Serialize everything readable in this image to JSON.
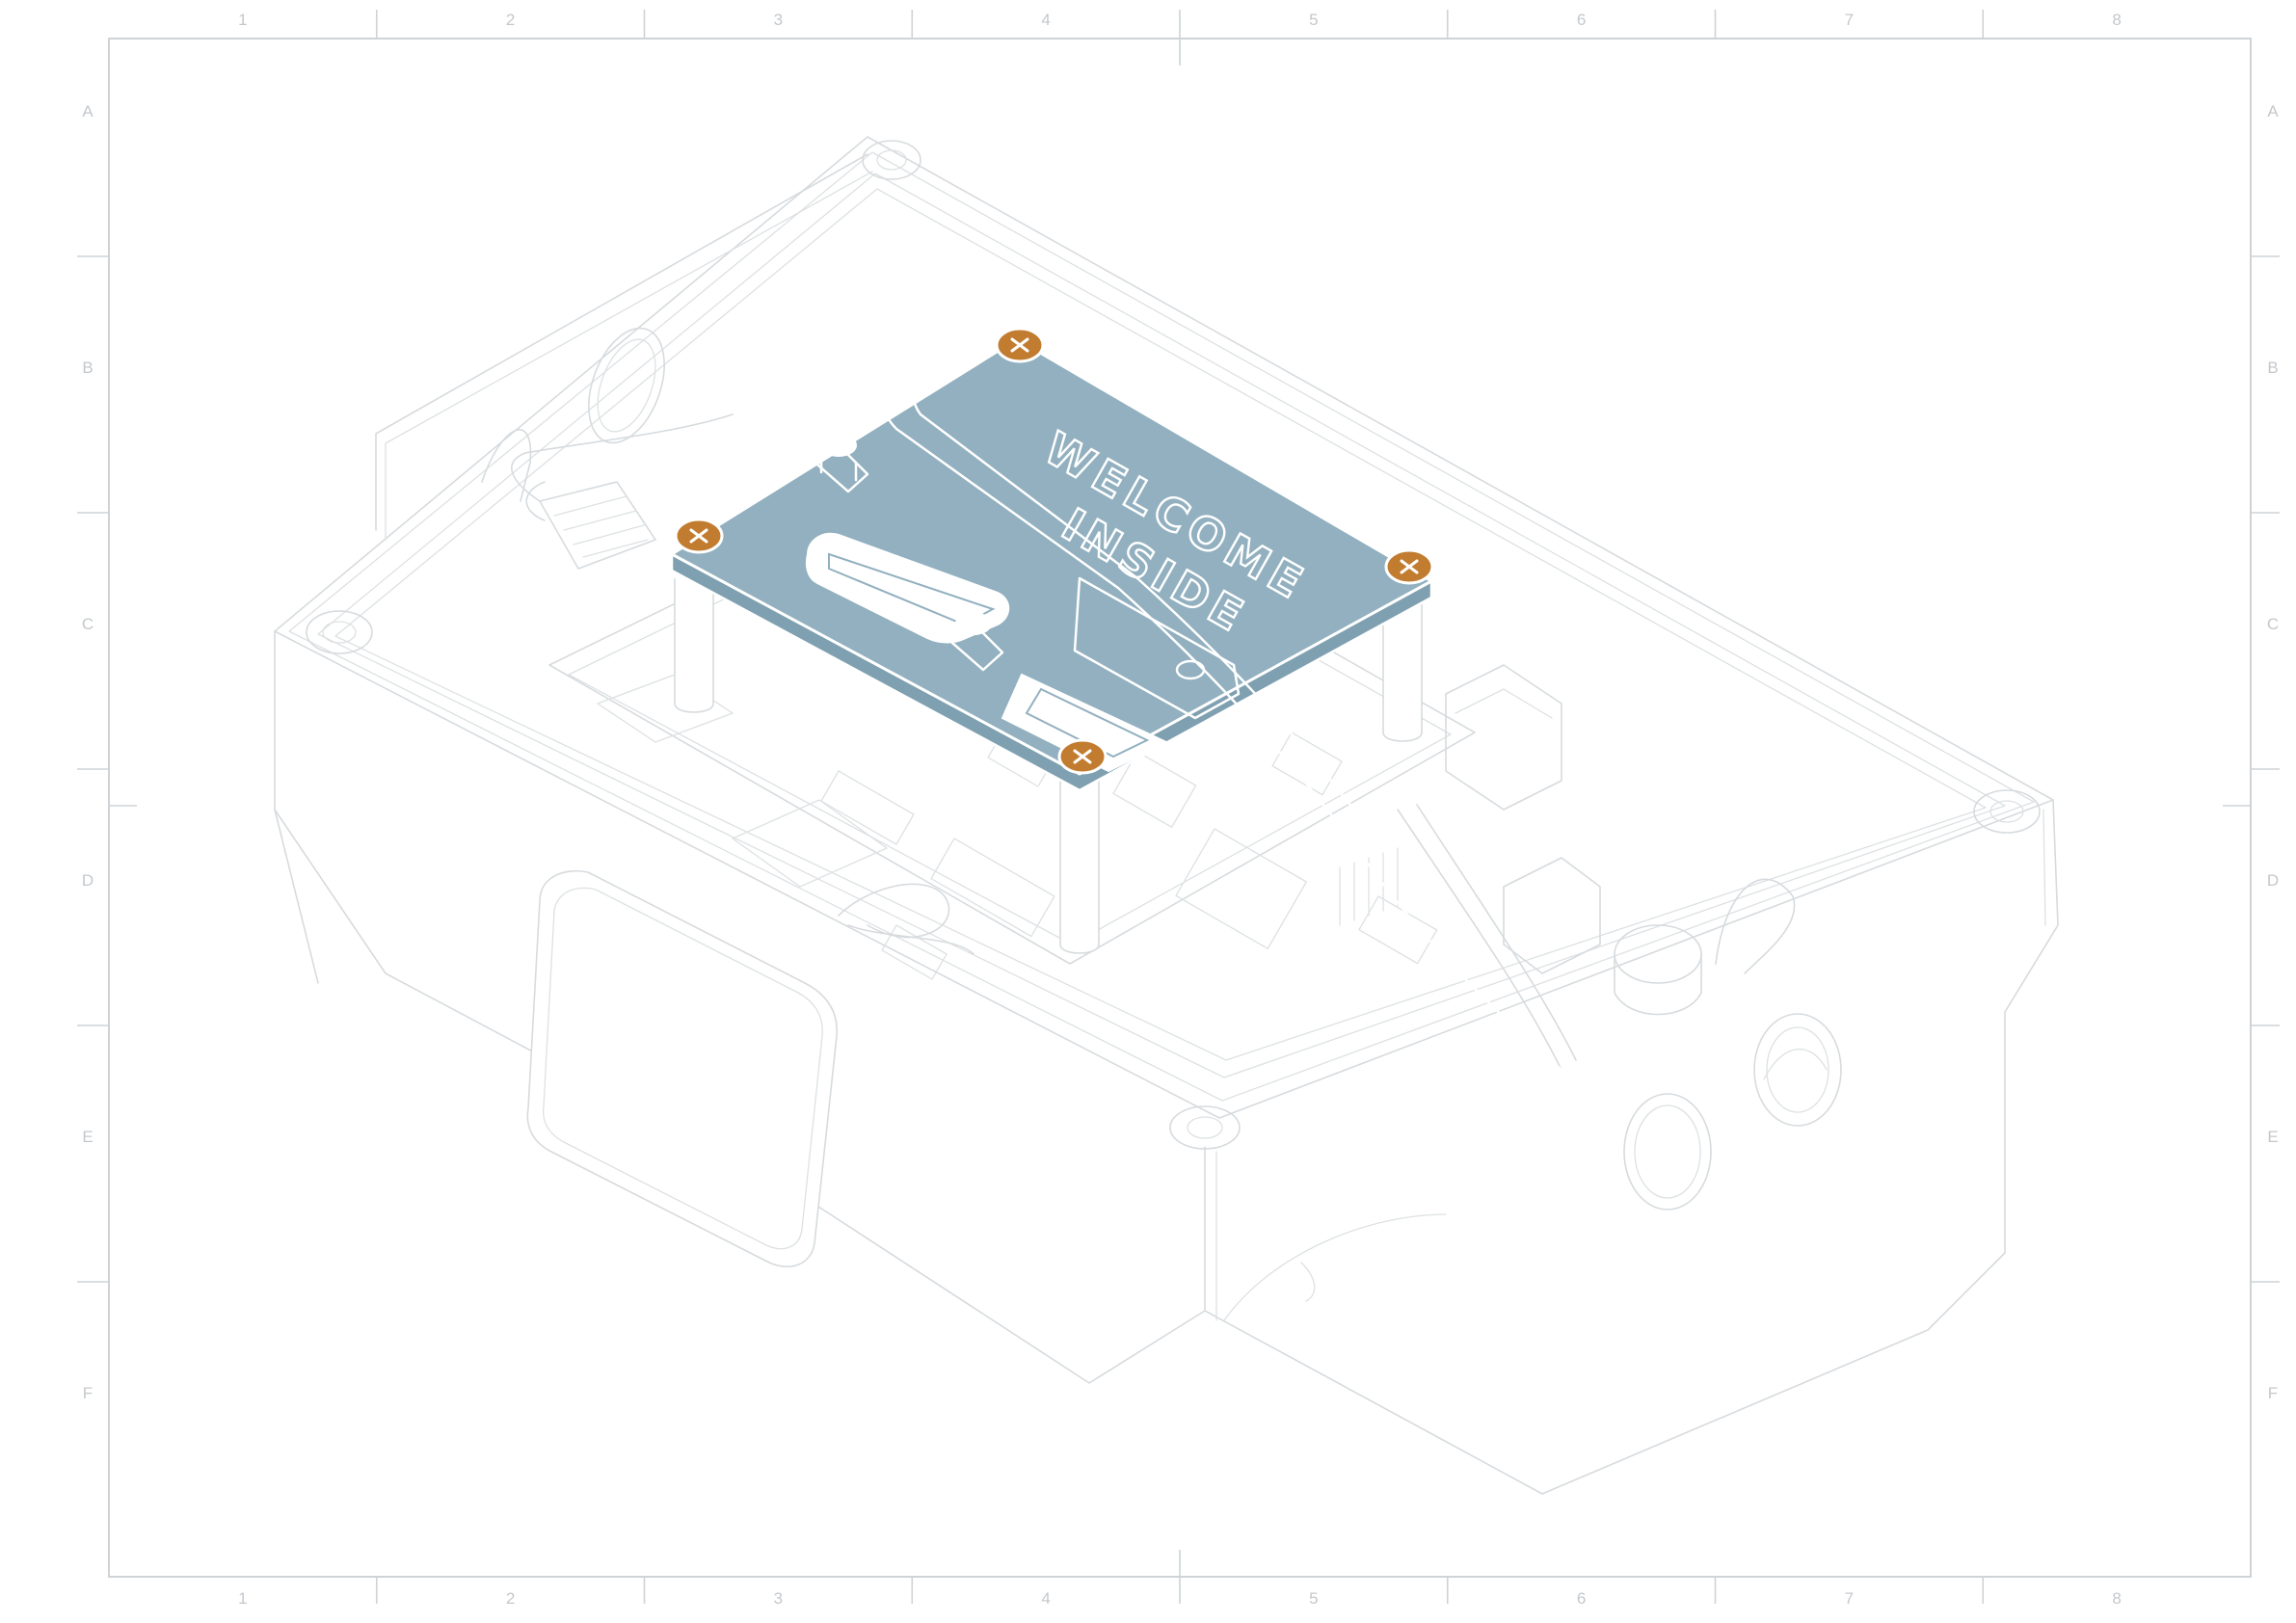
{
  "sheet": {
    "column_labels": [
      "1",
      "2",
      "3",
      "4",
      "5",
      "6",
      "7",
      "8"
    ],
    "row_labels": [
      "A",
      "B",
      "C",
      "D",
      "E",
      "F"
    ]
  },
  "plate": {
    "engraving_line1": "WELCOME",
    "engraving_line2": "INSIDE"
  },
  "colors": {
    "frame": "#cfd3d6",
    "line_art": "#d7dbde",
    "plate": "#92b0bf",
    "screw": "#c27c2f"
  },
  "icons": [
    "screw-icon"
  ]
}
